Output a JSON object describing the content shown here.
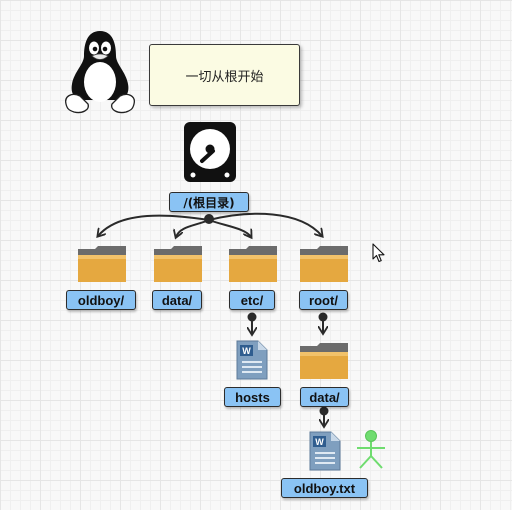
{
  "note": {
    "text": "一切从根开始"
  },
  "root": {
    "label": "/(根目录)"
  },
  "dirs": [
    {
      "label": "oldboy/",
      "icon": "folder-icon"
    },
    {
      "label": "data/",
      "icon": "folder-icon"
    },
    {
      "label": "etc/",
      "icon": "folder-icon"
    },
    {
      "label": "root/",
      "icon": "folder-icon"
    }
  ],
  "etc_child": {
    "label": "hosts",
    "icon": "word-document-icon"
  },
  "root_child": {
    "label": "data/",
    "icon": "folder-icon"
  },
  "data_child": {
    "label": "oldboy.txt",
    "icon": "word-document-icon"
  },
  "colors": {
    "label_fill": "#8ac3f4",
    "note_fill": "#fbfbe3",
    "folder_body": "#e5a840",
    "folder_tab": "#6b6b6b",
    "doc_fill": "#7f9fbf",
    "actor": "#6fdc6f"
  }
}
